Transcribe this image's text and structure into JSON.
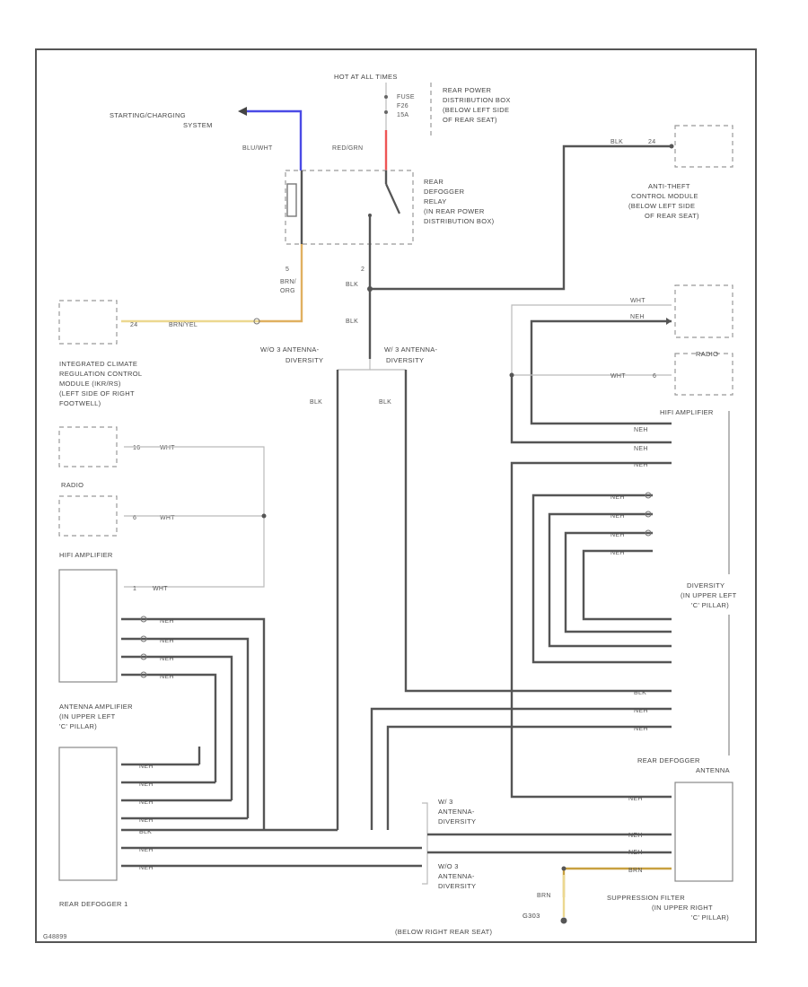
{
  "labels": {
    "hot_at_all_times": "HOT AT ALL TIMES",
    "fuse": "FUSE",
    "fuse_no": "F26",
    "fuse_amps": "15A",
    "rear_pdb_1": "REAR POWER",
    "rear_pdb_2": "DISTRIBUTION BOX",
    "rear_pdb_3": "(BELOW LEFT SIDE",
    "rear_pdb_4": "OF REAR SEAT)",
    "starting_1": "STARTING/CHARGING",
    "starting_2": "SYSTEM",
    "wire_blu_wht": "BLU/WHT",
    "wire_red_grn": "RED/GRN",
    "relay_1": "REAR",
    "relay_2": "DEFOGGER",
    "relay_3": "RELAY",
    "relay_4": "(IN REAR POWER",
    "relay_5": "DISTRIBUTION BOX)",
    "wire_blk_top": "BLK",
    "antitheft_1": "ANTI-THEFT",
    "antitheft_2": "CONTROL MODULE",
    "antitheft_3": "(BELOW LEFT SIDE",
    "antitheft_4": "OF REAR SEAT)",
    "pin_5": "5",
    "wire_brn_org_1": "BRN/",
    "wire_brn_org_2": "ORG",
    "pin_2": "2",
    "wire_blk_relay": "BLK",
    "climate_pin": "24",
    "wire_brn_yel": "BRN/YEL",
    "climate_1": "INTEGRATED CLIMATE",
    "climate_2": "REGULATION CONTROL",
    "climate_3": "MODULE (IKR/RS)",
    "climate_4": "(LEFT SIDE OF RIGHT",
    "climate_5": "FOOTWELL)",
    "wire_blk_mid": "BLK",
    "wo_diversity": "W/O 3 ANTENNA-",
    "w_diversity": "W/ 3 ANTENNA-",
    "diversity": "DIVERSITY",
    "wire_blk_left": "BLK",
    "wire_blk_right": "BLK",
    "wire_wht_1": "WHT",
    "wire_neh_1": "NEH",
    "radio_right": "RADIO",
    "wire_wht_2": "WHT",
    "pin_6_right": "6",
    "hifi_amp_right": "HIFI AMPLIFIER",
    "pin_16": "16",
    "wire_wht_3": "WHT",
    "radio_left": "RADIO",
    "pin_6_left": "6",
    "wire_wht_4": "WHT",
    "hifi_amp_left": "HIFI AMPLIFIER",
    "pin_1": "1",
    "wire_wht_5": "WHT",
    "neh": "NEH",
    "ant_amp_1": "ANTENNA AMPLIFIER",
    "ant_amp_2": "(IN UPPER LEFT",
    "ant_amp_3": "'C' PILLAR)",
    "div_1": "DIVERSITY",
    "div_2": "(IN UPPER LEFT",
    "div_3": "'C' PILLAR)",
    "rear_def_ant_1": "REAR DEFOGGER",
    "rear_def_ant_2": "ANTENNA",
    "w_2": "W/ 3",
    "antenna_dash": "ANTENNA-",
    "wo_2": "W/O 3",
    "wire_blk_bot": "BLK",
    "wire_brn_1": "BRN",
    "wire_brn_2": "BRN",
    "g303": "G303",
    "g303_loc": "(BELOW RIGHT REAR SEAT)",
    "supp_1": "SUPPRESSION FILTER",
    "supp_2": "(IN UPPER RIGHT",
    "supp_3": "'C' PILLAR)",
    "rear_defogger": "REAR DEFOGGER 1",
    "fig_id": "G48899"
  },
  "colors": {
    "wire_blue": "#4a4ae6",
    "wire_red": "#ee5555",
    "wire_orange": "#e0b060",
    "wire_brown_yellow": "#c8a040",
    "wire_gray": "#555555",
    "frame": "#555555"
  }
}
